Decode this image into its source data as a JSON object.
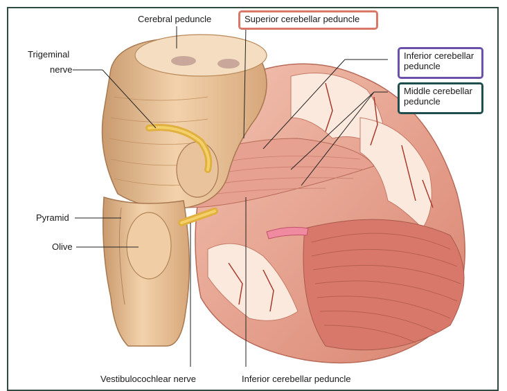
{
  "colors": {
    "frame": "#2f4a3e",
    "superior_box": "#d9786a",
    "inferior_box": "#6b4fa8",
    "middle_box": "#1f4d4d",
    "brainstem": "#efc8a0",
    "cerebellum": "#dd8a7a",
    "nerve": "#e8b94a"
  },
  "labels": {
    "cerebral_peduncle": "Cerebral peduncle",
    "superior_cerebellar_peduncle": "Superior cerebellar peduncle",
    "trigeminal_line1": "Trigeminal",
    "trigeminal_line2": "nerve",
    "inferior_cerebellar_line1": "Inferior cerebellar",
    "inferior_cerebellar_line2": "peduncle",
    "middle_cerebellar_line1": "Middle cerebellar",
    "middle_cerebellar_line2": "peduncle",
    "pyramid": "Pyramid",
    "olive": "Olive",
    "vestibulocochlear": "Vestibulocochlear nerve",
    "inferior_cerebellar_bottom": "Inferior cerebellar peduncle"
  }
}
